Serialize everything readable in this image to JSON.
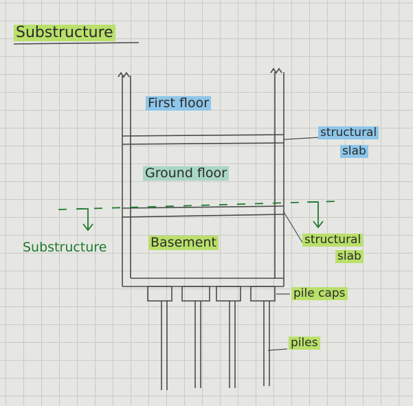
{
  "title": "Substructure",
  "labels": {
    "first_floor": "First floor",
    "ground_floor": "Ground floor",
    "basement": "Basement",
    "substructure": "Substructure",
    "structural_slab_upper": [
      "structural",
      "slab"
    ],
    "structural_slab_lower": [
      "structural",
      "slab"
    ],
    "pile_caps": "pile caps",
    "piles": "piles"
  },
  "colors": {
    "green_highlight": "#b9e06a",
    "blue_highlight": "#8ec6ea",
    "green_ink": "#1d7a2e",
    "pencil": "#4a4a4a"
  }
}
